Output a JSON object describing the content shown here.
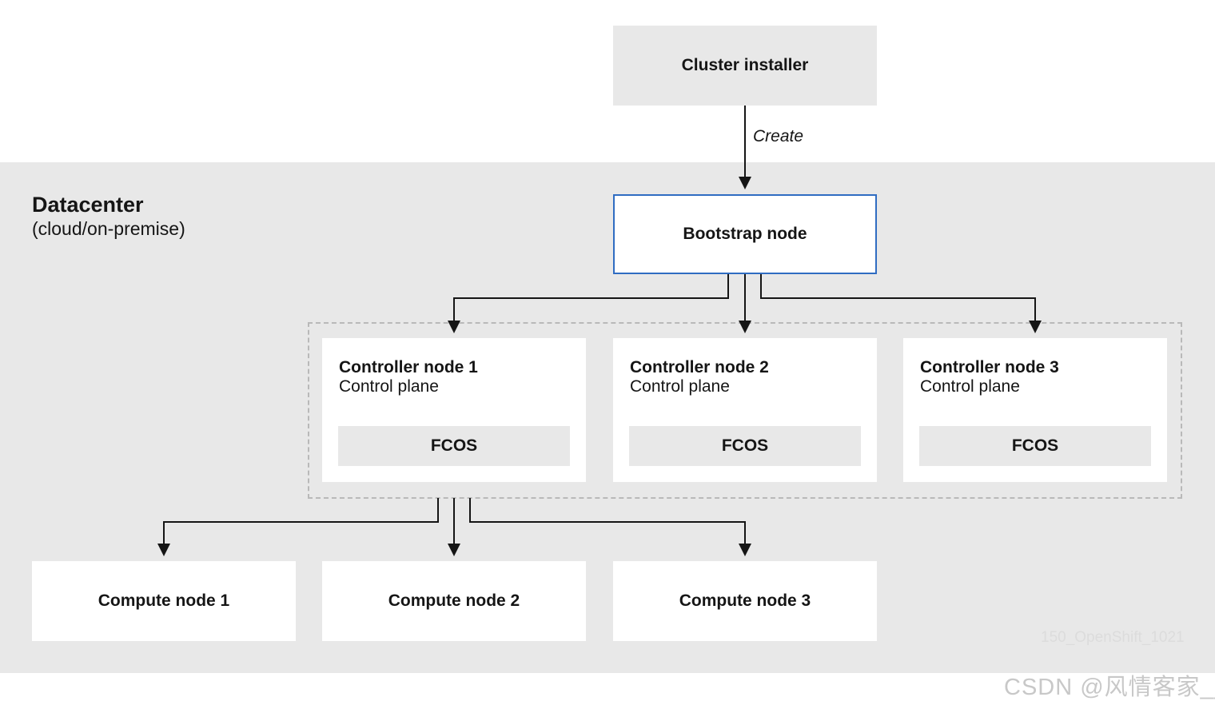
{
  "datacenter": {
    "title": "Datacenter",
    "subtitle": "(cloud/on-premise)"
  },
  "installer": {
    "label": "Cluster installer"
  },
  "create_edge": {
    "label": "Create"
  },
  "bootstrap": {
    "label": "Bootstrap node"
  },
  "controllers": [
    {
      "title": "Controller node 1",
      "role": "Control plane",
      "os": "FCOS"
    },
    {
      "title": "Controller node 2",
      "role": "Control plane",
      "os": "FCOS"
    },
    {
      "title": "Controller node 3",
      "role": "Control plane",
      "os": "FCOS"
    }
  ],
  "computes": [
    {
      "label": "Compute node 1"
    },
    {
      "label": "Compute node 2"
    },
    {
      "label": "Compute node 3"
    }
  ],
  "watermark": {
    "figure_id": "150_OpenShift_1021",
    "csdn": "CSDN @风情客家__"
  },
  "colors": {
    "datacenter_bg": "#e8e8e8",
    "box_fill": "#ffffff",
    "bootstrap_border": "#2f6cc2",
    "arrow": "#151515",
    "dashed_group": "#b9b9b9"
  }
}
